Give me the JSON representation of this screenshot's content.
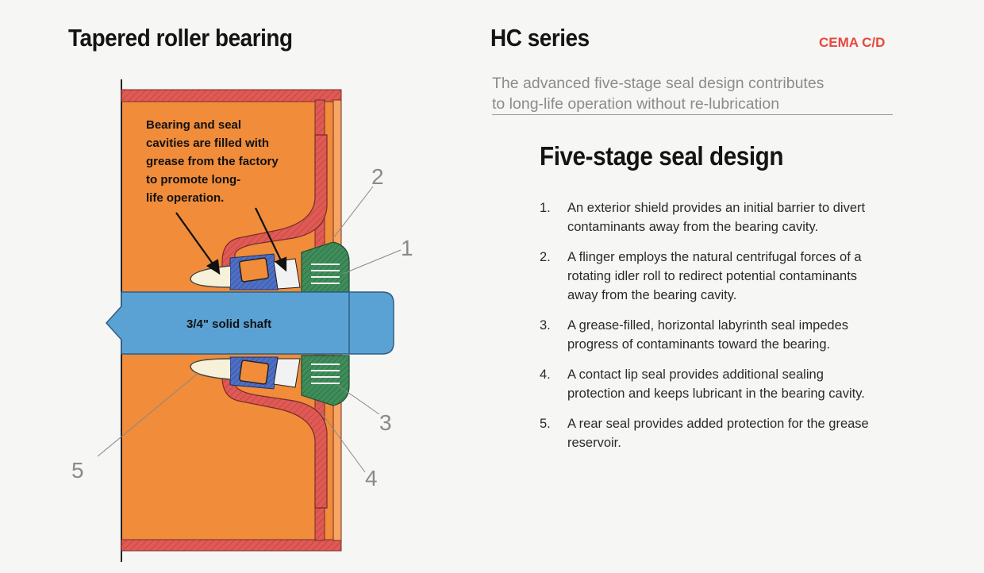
{
  "left_heading": "Tapered roller bearing",
  "right_heading": "HC series",
  "badge": "CEMA C/D",
  "subtitle_lines": [
    "The advanced five-stage seal design contributes",
    "to long-life operation without re-lubrication"
  ],
  "section_heading": "Five-stage seal design",
  "items": [
    {
      "num": "1.",
      "text": "An exterior shield provides an initial barrier to divert contaminants away from the bearing cavity."
    },
    {
      "num": "2.",
      "text": "A flinger employs the natural centrifugal forces of a rotating idler roll to redirect potential contaminants away from the bearing cavity."
    },
    {
      "num": "3.",
      "text": "A grease-filled, horizontal labyrinth seal impedes progress of contaminants toward the bearing."
    },
    {
      "num": "4.",
      "text": "A contact lip seal provides additional sealing protection and keeps lubricant in the bearing cavity."
    },
    {
      "num": "5.",
      "text": "A rear seal provides added protection for the grease reservoir."
    }
  ],
  "diagram": {
    "annotation_lines": [
      "Bearing and seal",
      "cavities are filled with",
      "grease from the factory",
      "to promote long-",
      "life operation."
    ],
    "shaft_label": "3/4\" solid shaft",
    "callouts": [
      "1",
      "2",
      "3",
      "4",
      "5"
    ],
    "colors": {
      "shell": "#f08c3a",
      "tube": "#e05a55",
      "shaft": "#5ba2d4",
      "bearing": "#4e6fc4",
      "seal": "#3f8d5a",
      "roller": "#f08c3a"
    }
  }
}
